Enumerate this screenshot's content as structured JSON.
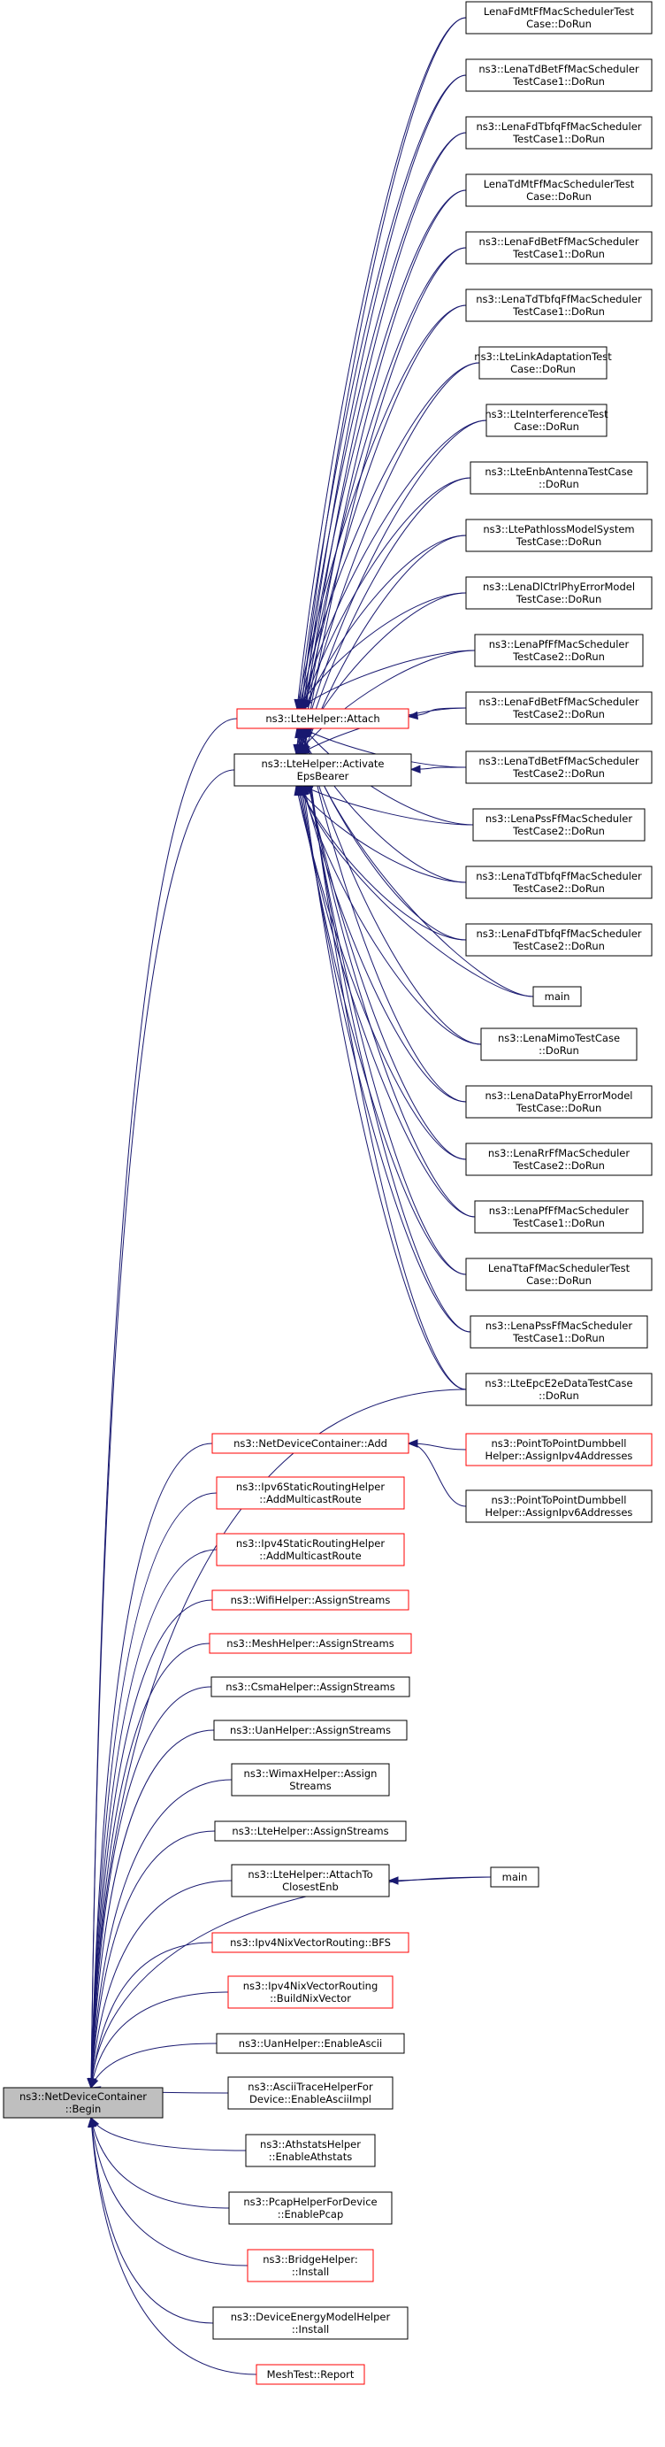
{
  "colors": {
    "edge": "#191970",
    "box_border": "#000000",
    "box_border_incomplete": "#ff0000",
    "root_fill": "#bfbfbf",
    "fill": "#ffffff"
  },
  "nodes": [
    {
      "id": "root",
      "lines": [
        "ns3::NetDeviceContainer",
        "::Begin"
      ],
      "root": true
    },
    {
      "id": "attach",
      "lines": [
        "ns3::LteHelper::Attach"
      ],
      "red": true
    },
    {
      "id": "activate",
      "lines": [
        "ns3::LteHelper::Activate",
        "EpsBearer"
      ]
    },
    {
      "id": "ndcadd",
      "lines": [
        "ns3::NetDeviceContainer::Add"
      ],
      "red": true
    },
    {
      "id": "ipv6static",
      "lines": [
        "ns3::Ipv6StaticRoutingHelper",
        "::AddMulticastRoute"
      ],
      "red": true
    },
    {
      "id": "ipv4static",
      "lines": [
        "ns3::Ipv4StaticRoutingHelper",
        "::AddMulticastRoute"
      ],
      "red": true
    },
    {
      "id": "wifi",
      "lines": [
        "ns3::WifiHelper::AssignStreams"
      ],
      "red": true
    },
    {
      "id": "mesh",
      "lines": [
        "ns3::MeshHelper::AssignStreams"
      ],
      "red": true
    },
    {
      "id": "csma",
      "lines": [
        "ns3::CsmaHelper::AssignStreams"
      ]
    },
    {
      "id": "uan",
      "lines": [
        "ns3::UanHelper::AssignStreams"
      ]
    },
    {
      "id": "wimax",
      "lines": [
        "ns3::WimaxHelper::Assign",
        "Streams"
      ]
    },
    {
      "id": "lteas",
      "lines": [
        "ns3::LteHelper::AssignStreams"
      ]
    },
    {
      "id": "attachclosest",
      "lines": [
        "ns3::LteHelper::AttachTo",
        "ClosestEnb"
      ]
    },
    {
      "id": "bfs",
      "lines": [
        "ns3::Ipv4NixVectorRouting::BFS"
      ],
      "red": true
    },
    {
      "id": "buildnix",
      "lines": [
        "ns3::Ipv4NixVectorRouting",
        "::BuildNixVector"
      ],
      "red": true
    },
    {
      "id": "uanascii",
      "lines": [
        "ns3::UanHelper::EnableAscii"
      ]
    },
    {
      "id": "asciitrace",
      "lines": [
        "ns3::AsciiTraceHelperFor",
        "Device::EnableAsciiImpl"
      ]
    },
    {
      "id": "athstats",
      "lines": [
        "ns3::AthstatsHelper",
        "::EnableAthstats"
      ]
    },
    {
      "id": "pcap",
      "lines": [
        "ns3::PcapHelperForDevice",
        "::EnablePcap"
      ]
    },
    {
      "id": "bridge",
      "lines": [
        "ns3::BridgeHelper:",
        "::Install"
      ],
      "red": true
    },
    {
      "id": "energy",
      "lines": [
        "ns3::DeviceEnergyModelHelper",
        "::Install"
      ]
    },
    {
      "id": "meshtest",
      "lines": [
        "MeshTest::Report"
      ],
      "red": true
    },
    {
      "id": "main2",
      "lines": [
        "main"
      ]
    },
    {
      "id": "p2pv4",
      "lines": [
        "ns3::PointToPointDumbbell",
        "Helper::AssignIpv4Addresses"
      ],
      "red": true
    },
    {
      "id": "p2pv6",
      "lines": [
        "ns3::PointToPointDumbbell",
        "Helper::AssignIpv6Addresses"
      ]
    },
    {
      "id": "r1",
      "lines": [
        "LenaFdMtFfMacSchedulerTest",
        "Case::DoRun"
      ]
    },
    {
      "id": "r2",
      "lines": [
        "ns3::LenaTdBetFfMacScheduler",
        "TestCase1::DoRun"
      ]
    },
    {
      "id": "r3",
      "lines": [
        "ns3::LenaFdTbfqFfMacScheduler",
        "TestCase1::DoRun"
      ]
    },
    {
      "id": "r4",
      "lines": [
        "LenaTdMtFfMacSchedulerTest",
        "Case::DoRun"
      ]
    },
    {
      "id": "r5",
      "lines": [
        "ns3::LenaFdBetFfMacScheduler",
        "TestCase1::DoRun"
      ]
    },
    {
      "id": "r6",
      "lines": [
        "ns3::LenaTdTbfqFfMacScheduler",
        "TestCase1::DoRun"
      ]
    },
    {
      "id": "r7",
      "lines": [
        "ns3::LteLinkAdaptationTest",
        "Case::DoRun"
      ]
    },
    {
      "id": "r8",
      "lines": [
        "ns3::LteInterferenceTest",
        "Case::DoRun"
      ]
    },
    {
      "id": "r9",
      "lines": [
        "ns3::LteEnbAntennaTestCase",
        "::DoRun"
      ]
    },
    {
      "id": "r10",
      "lines": [
        "ns3::LtePathlossModelSystem",
        "TestCase::DoRun"
      ]
    },
    {
      "id": "r11",
      "lines": [
        "ns3::LenaDlCtrlPhyErrorModel",
        "TestCase::DoRun"
      ]
    },
    {
      "id": "r12",
      "lines": [
        "ns3::LenaPfFfMacScheduler",
        "TestCase2::DoRun"
      ]
    },
    {
      "id": "r13",
      "lines": [
        "ns3::LenaFdBetFfMacScheduler",
        "TestCase2::DoRun"
      ]
    },
    {
      "id": "r14",
      "lines": [
        "ns3::LenaTdBetFfMacScheduler",
        "TestCase2::DoRun"
      ]
    },
    {
      "id": "r15",
      "lines": [
        "ns3::LenaPssFfMacScheduler",
        "TestCase2::DoRun"
      ]
    },
    {
      "id": "r16",
      "lines": [
        "ns3::LenaTdTbfqFfMacScheduler",
        "TestCase2::DoRun"
      ]
    },
    {
      "id": "r17",
      "lines": [
        "ns3::LenaFdTbfqFfMacScheduler",
        "TestCase2::DoRun"
      ]
    },
    {
      "id": "main1",
      "lines": [
        "main"
      ]
    },
    {
      "id": "r19",
      "lines": [
        "ns3::LenaMimoTestCase",
        "::DoRun"
      ]
    },
    {
      "id": "r20",
      "lines": [
        "ns3::LenaDataPhyErrorModel",
        "TestCase::DoRun"
      ]
    },
    {
      "id": "r21",
      "lines": [
        "ns3::LenaRrFfMacScheduler",
        "TestCase2::DoRun"
      ]
    },
    {
      "id": "r22",
      "lines": [
        "ns3::LenaPfFfMacScheduler",
        "TestCase1::DoRun"
      ]
    },
    {
      "id": "r23",
      "lines": [
        "LenaTtaFfMacSchedulerTest",
        "Case::DoRun"
      ]
    },
    {
      "id": "r24",
      "lines": [
        "ns3::LenaPssFfMacScheduler",
        "TestCase1::DoRun"
      ]
    },
    {
      "id": "r25",
      "lines": [
        "ns3::LteEpcE2eDataTestCase",
        "::DoRun"
      ]
    }
  ]
}
